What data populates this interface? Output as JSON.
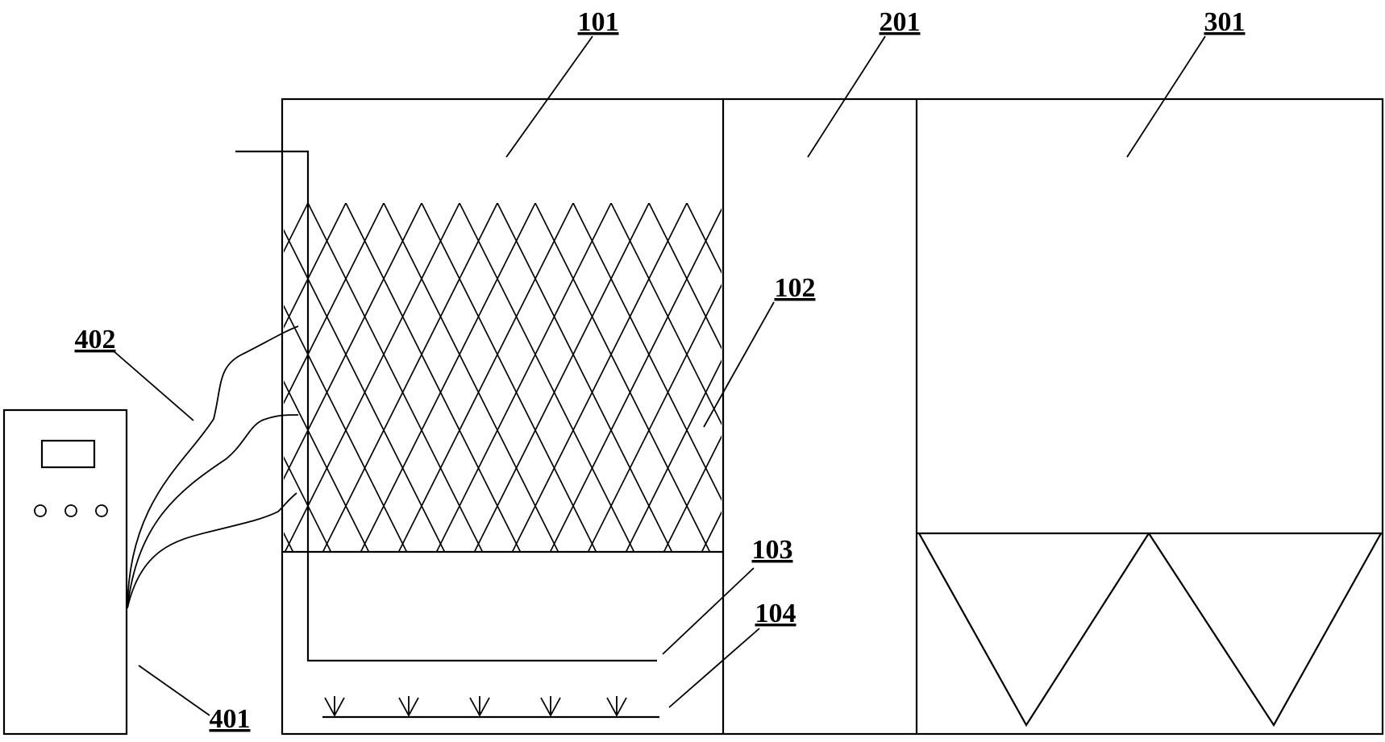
{
  "labels": {
    "l101": "101",
    "l102": "102",
    "l103": "103",
    "l104": "104",
    "l201": "201",
    "l301": "301",
    "l401": "401",
    "l402": "402"
  }
}
